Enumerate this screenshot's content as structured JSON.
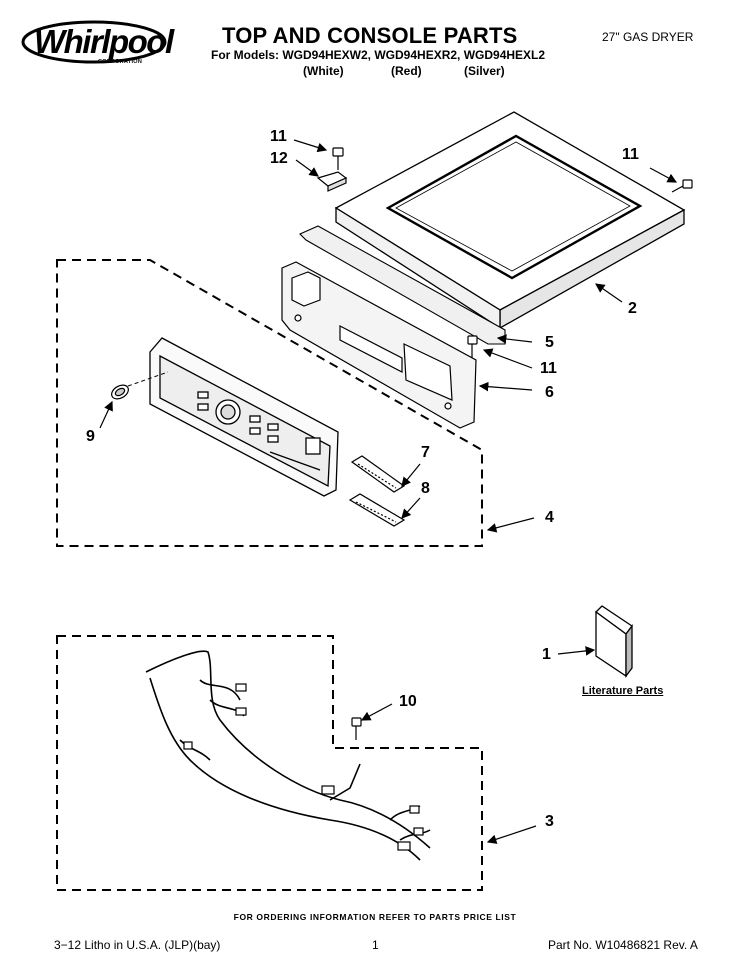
{
  "header": {
    "brand": "Whirlpool",
    "brand_sub": "CORPORATION",
    "title": "TOP AND CONSOLE PARTS",
    "models": "For Models: WGD94HEXW2, WGD94HEXR2, WGD94HEXL2",
    "colors": [
      "(White)",
      "(Red)",
      "(Silver)"
    ],
    "dryer_type": "27\" GAS DRYER"
  },
  "callouts": [
    "11",
    "12",
    "11",
    "2",
    "5",
    "11",
    "6",
    "9",
    "7",
    "8",
    "4",
    "1",
    "10",
    "3"
  ],
  "literature_label": "Literature Parts",
  "footer": {
    "ordering": "FOR ORDERING INFORMATION REFER TO PARTS PRICE LIST",
    "litho": "3−12 Litho in U.S.A. (JLP)(bay)",
    "page": "1",
    "part_no": "Part No. W10486821 Rev. A"
  }
}
